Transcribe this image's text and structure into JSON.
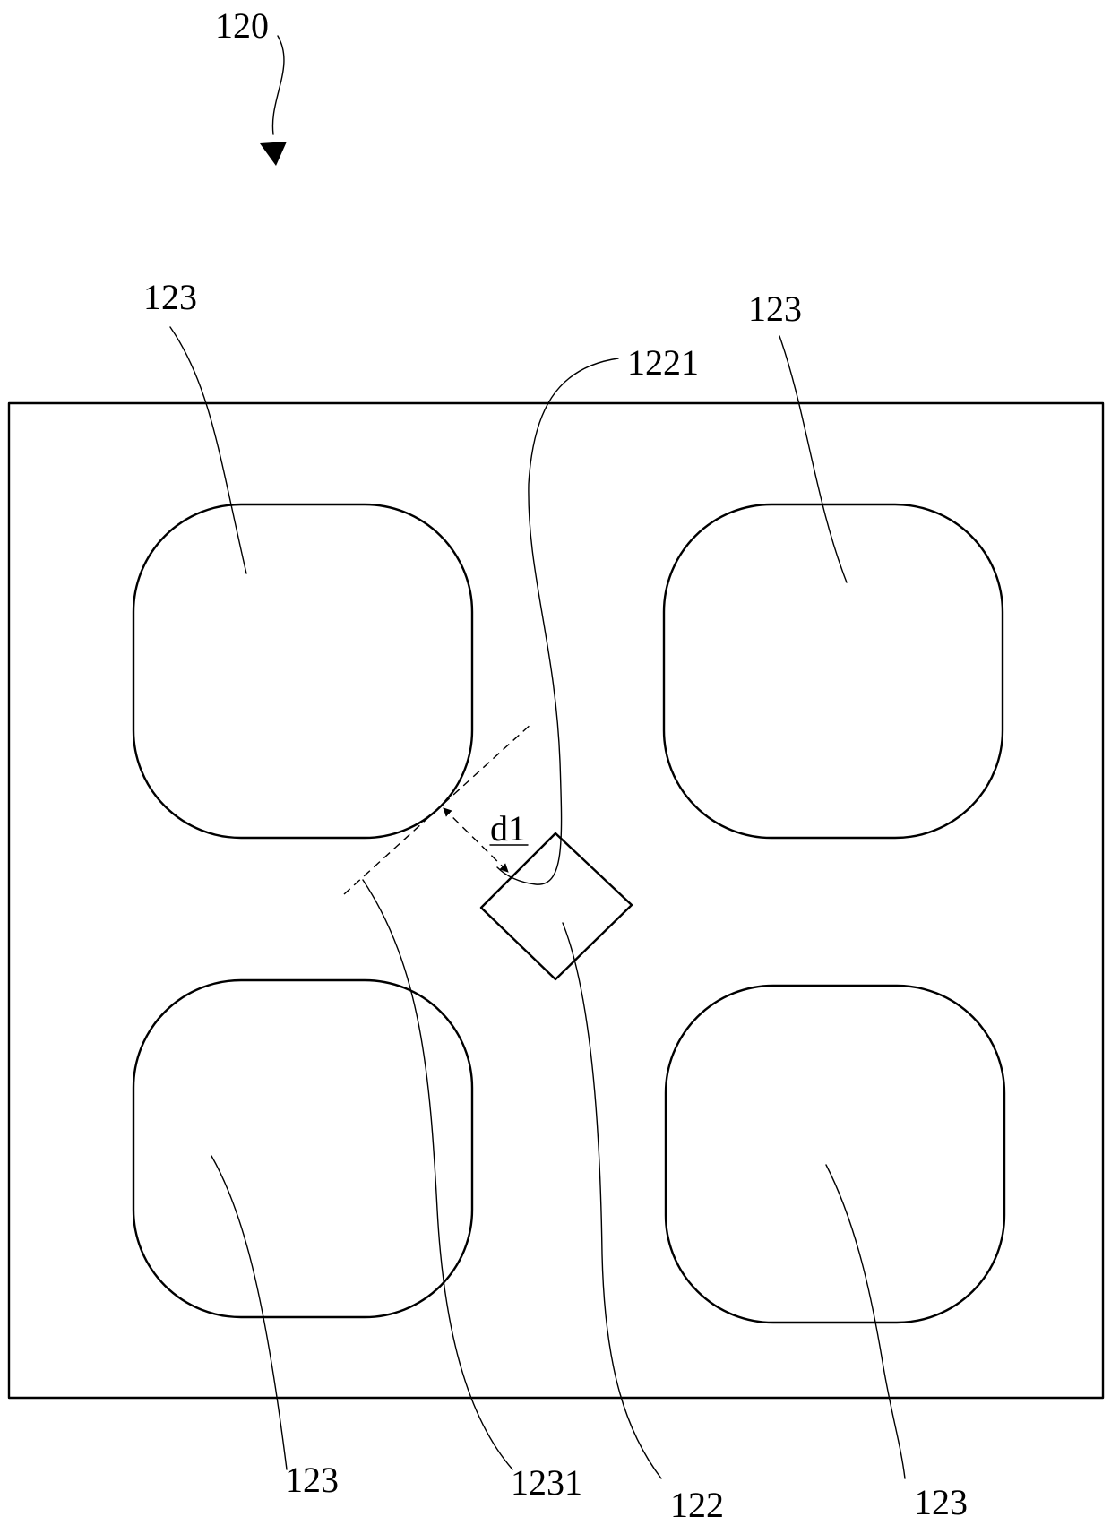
{
  "figure": {
    "assembly_ref": "120",
    "distance_label": "d1",
    "labels": {
      "pad_top_left": "123",
      "pad_top_right": "123",
      "pad_bottom_left": "123",
      "pad_bottom_right": "123",
      "pad_edge": "1231",
      "chip": "122",
      "chip_edge": "1221"
    }
  },
  "colors": {
    "line": "#000000",
    "background": "#ffffff"
  }
}
